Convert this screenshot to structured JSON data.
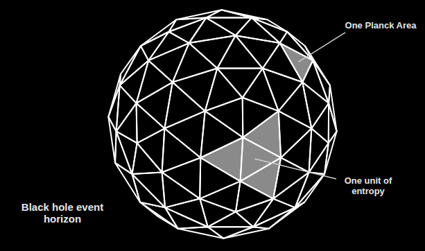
{
  "diagram": {
    "labels": [
      "One Planck Area",
      "One unit of entropy",
      "Black hole event horizon"
    ]
  }
}
